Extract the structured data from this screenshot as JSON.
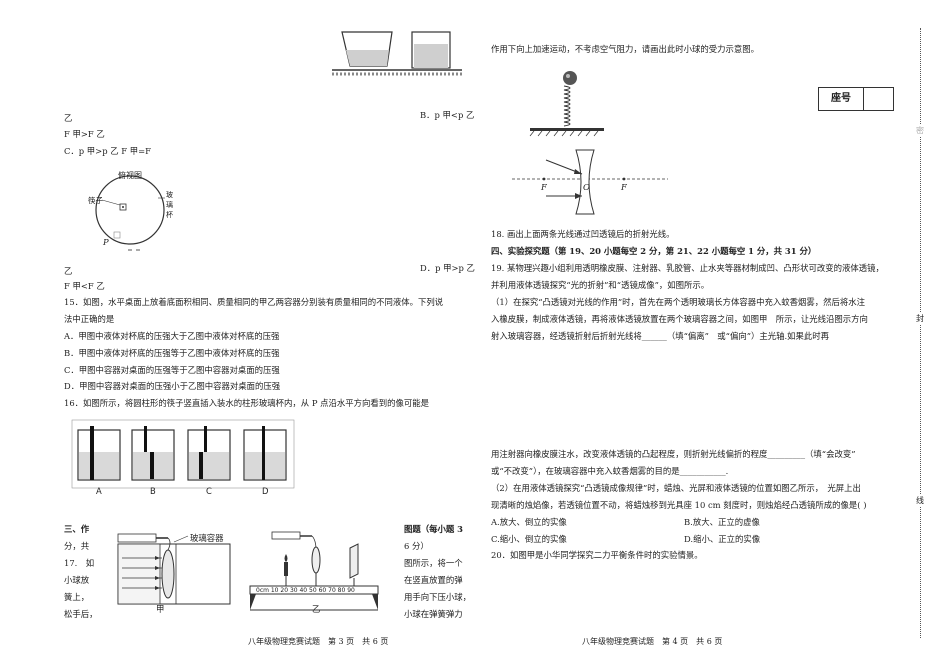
{
  "left": {
    "l01": "乙",
    "l01b": "B．p 甲<p 乙",
    "l02": "F 甲>F 乙",
    "l03": "C．p 甲>p 乙 F 甲=F",
    "fig_top": {
      "title": "俯视图",
      "chopsticks": "筷子",
      "glass_a": "玻",
      "glass_b": "璃",
      "glass_c": "杯",
      "p": "P"
    },
    "l04": "乙",
    "l04b": "D．p 甲>p 乙",
    "l05": "F 甲<F 乙",
    "q15": "15．如图，水平桌面上放着底面积相同、质量相同的甲乙两容器分别装有质量相同的不同液体。下列说",
    "q15b": "法中正确的是",
    "q15A": "A．甲图中液体对杯底的压强大于乙图中液体对杯底的压强",
    "q15B": "B．甲图中液体对杯底的压强等于乙图中液体对杯底的压强",
    "q15C": "C．甲图中容器对桌面的压强等于乙图中容器对桌面的压强",
    "q15D": "D．甲图中容器对桌面的压强小于乙图中容器对桌面的压强",
    "q16": "16．如图所示，将圆柱形的筷子竖直插入装水的柱形玻璃杯内，从 P 点沿水平方向看到的像可能是",
    "fig16": [
      "A",
      "B",
      "C",
      "D"
    ],
    "sec3_lines": [
      "三、作",
      "分，共",
      "17.　如",
      "小球放",
      "簧上，",
      "松手后，"
    ],
    "sec3_right": [
      "图题（每小题 3",
      "6 分）",
      "图所示，将一个",
      "在竖直放置的弹",
      "用手向下压小球，",
      "小球在弹簧弹力"
    ],
    "fig_lab": {
      "container": "玻璃容器",
      "jia": "甲",
      "yi": "乙",
      "scale": "0cm 10  20  30  40  50  60  70  80  90"
    },
    "footer": "八年级物理竞赛试题　第 3 页　共 6 页"
  },
  "right": {
    "r01": "作用下向上加速运动，不考虑空气阻力，请画出此时小球的受力示意图。",
    "seat": "座号",
    "lensF1": "F",
    "lensO": "O",
    "lensF2": "F",
    "q18": "18. 画出上面两条光线通过凹透镜后的折射光线。",
    "sec4": "四、实验探究题（第 19、20 小题每空 2 分，第 21、22 小题每空 1 分，共 31 分）",
    "q19a": "19. 某物理兴趣小组利用透明橡皮膜、注射器、乳胶管、止水夹等器材制成凹、凸形状可改变的液体透镜，",
    "q19b": "并利用液体透镜探究“光的折射”和“透镜成像”，如图所示。",
    "q19c": "（1）在探究“凸透镜对光线的作用”时，首先在两个透明玻璃长方体容器中充入蚊香烟雾，然后将水注",
    "q19d": "入橡皮膜，制成液体透镜，再将液体透镜放置在两个玻璃容器之间，如图甲　所示，让光线沿图示方向",
    "q19e": "射入玻璃容器，经透镜折射后折射光线将______（填“偏离”　或“偏向”）主光轴.如果此时再",
    "q19f": "用注射器向橡皮膜注水，改变液体透镜的凸起程度，则折射光线偏折的程度_________（填“会改变”",
    "q19g": "或“不改变”），在玻璃容器中充入蚊香烟雾的目的是___________.",
    "q19h": "（2）在用液体透镜探究“凸透镜成像规律”时，蜡烛、光屏和液体透镜的位置如图乙所示，　光屏上出",
    "q19i": "现清晰的烛焰像，若透镜位置不动，将蜡烛移到光具座 10 cm 刻度时，则烛焰经凸透镜所成的像是(  )",
    "optA": "A.放大、倒立的实像",
    "optB": "B.放大、正立的虚像",
    "optC": "C.缩小、倒立的实像",
    "optD": "D.缩小、正立的实像",
    "q20": "20．如图甲是小华同学探究二力平衡条件时的实验情景。",
    "footer": "八年级物理竞赛试题　第 4 页　共 6 页"
  },
  "binding": {
    "c1": "密",
    "c2": "封",
    "c3": "线"
  }
}
